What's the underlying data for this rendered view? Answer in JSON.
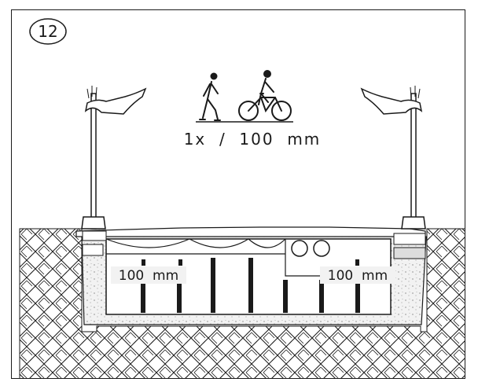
{
  "step_number": "12",
  "caption": "1x  /  100  mm",
  "left_label": "100  mm",
  "right_label": "100  mm",
  "icons": [
    "pedestrian-icon",
    "bicycle-icon",
    "hand-icon",
    "tamper-icon"
  ],
  "colors": {
    "ink": "#1a1a1a",
    "paper": "#ffffff",
    "sand": "#f2f2f2"
  }
}
